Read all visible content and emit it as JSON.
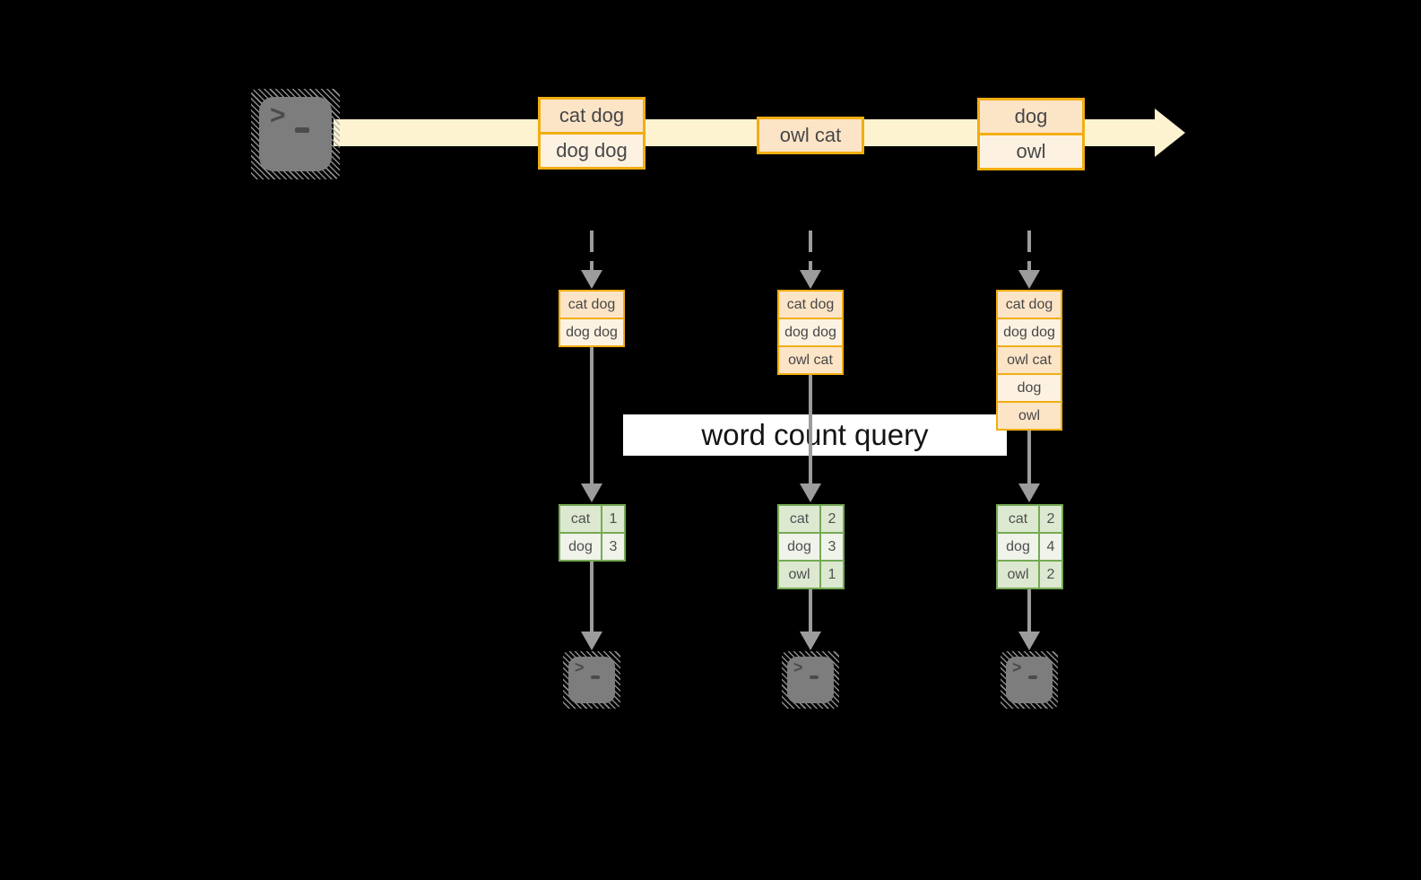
{
  "diagram": {
    "query_label": "word count query",
    "stream_events": [
      {
        "rows": [
          "cat dog",
          "dog dog"
        ]
      },
      {
        "rows": [
          "owl cat"
        ]
      },
      {
        "rows": [
          "dog",
          "owl"
        ]
      }
    ],
    "columns": [
      {
        "accumulated": [
          "cat dog",
          "dog dog"
        ],
        "counts": [
          {
            "word": "cat",
            "count": "1"
          },
          {
            "word": "dog",
            "count": "3"
          }
        ]
      },
      {
        "accumulated": [
          "cat dog",
          "dog dog",
          "owl cat"
        ],
        "counts": [
          {
            "word": "cat",
            "count": "2"
          },
          {
            "word": "dog",
            "count": "3"
          },
          {
            "word": "owl",
            "count": "1"
          }
        ]
      },
      {
        "accumulated": [
          "cat dog",
          "dog dog",
          "owl cat",
          "dog",
          "owl"
        ],
        "counts": [
          {
            "word": "cat",
            "count": "2"
          },
          {
            "word": "dog",
            "count": "4"
          },
          {
            "word": "owl",
            "count": "2"
          }
        ]
      }
    ],
    "icons": {
      "prompt_chevron": ">",
      "source_icon": "terminal-icon",
      "consumer_icons": [
        "terminal-icon",
        "terminal-icon",
        "terminal-icon"
      ]
    },
    "colors": {
      "background": "#000000",
      "stream_fill": "#fdf3d0",
      "event_border": "#f1ae12",
      "event_cell_dark": "#fce4c7",
      "event_cell_light": "#fdf2e2",
      "table_border": "#74aa53",
      "table_cell_dark": "#dde8d1",
      "table_cell_light": "#eff3ea",
      "arrow_gray": "#9c9c9c",
      "terminal_gray": "#7d7d7d",
      "query_band_bg": "#ffffff"
    }
  }
}
